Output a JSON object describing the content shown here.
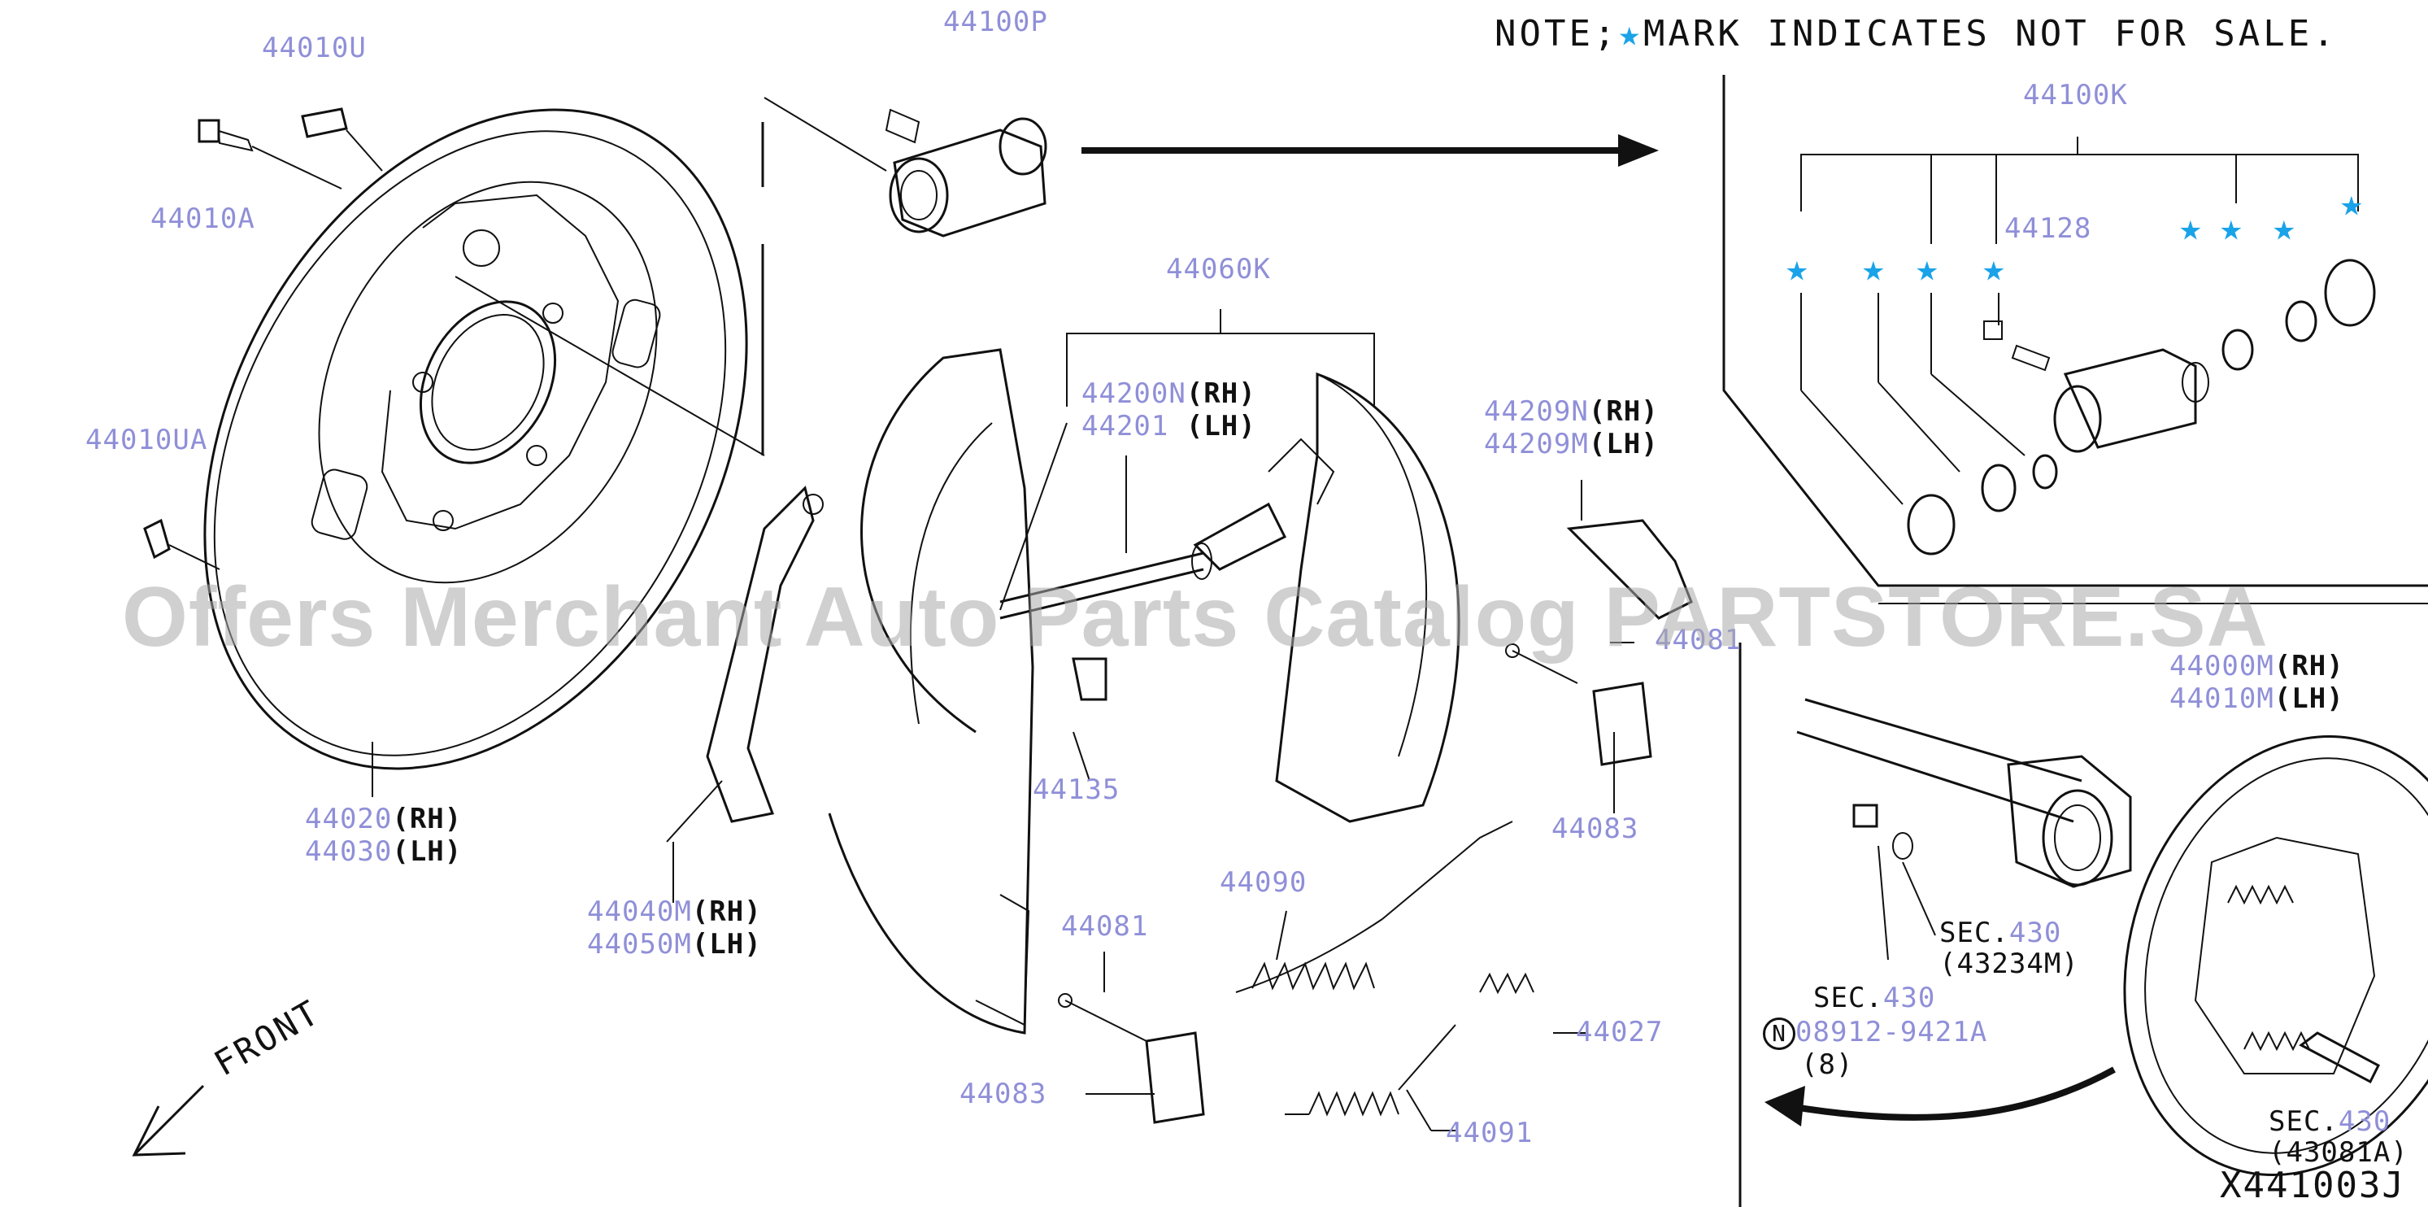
{
  "note": {
    "prefix": "NOTE;",
    "star": "★",
    "text": "MARK INDICATES NOT FOR SALE."
  },
  "watermark": "Offers Merchant Auto Parts Catalog PARTSTORE.SA",
  "front_label": "FRONT",
  "diagram_code": "X441003J",
  "colors": {
    "part_number": "#8f8fd8",
    "star": "#1aa3e8",
    "line": "#111111"
  },
  "labels": {
    "p44010U": "44010U",
    "p44010A": "44010A",
    "p44010UA": "44010UA",
    "p44100P": "44100P",
    "p44060K": "44060K",
    "p44200N": "44200N",
    "p44201": "44201",
    "rh": "(RH)",
    "lh": "(LH)",
    "p44209N": "44209N",
    "p44209M": "44209M",
    "p44081a": "44081",
    "p44083a": "44083",
    "p44135": "44135",
    "p44020": "44020",
    "p44030": "44030",
    "p44040M": "44040M",
    "p44050M": "44050M",
    "p44090": "44090",
    "p44081b": "44081",
    "p44027": "44027",
    "p44083b": "44083",
    "p44091": "44091",
    "p44100K": "44100K",
    "p44128": "44128",
    "p44000M": "44000M",
    "p44010M": "44010M",
    "sec1_prefix": "SEC.",
    "sec1_num": "430",
    "sec1_sub": "(43234M)",
    "sec2_prefix": "SEC.",
    "sec2_num": "430",
    "nut_symbol": "N",
    "nut_part": "08912-9421A",
    "nut_qty": "(8)",
    "sec3_prefix": "SEC.",
    "sec3_num": "430",
    "sec3_sub": "(43081A)"
  }
}
